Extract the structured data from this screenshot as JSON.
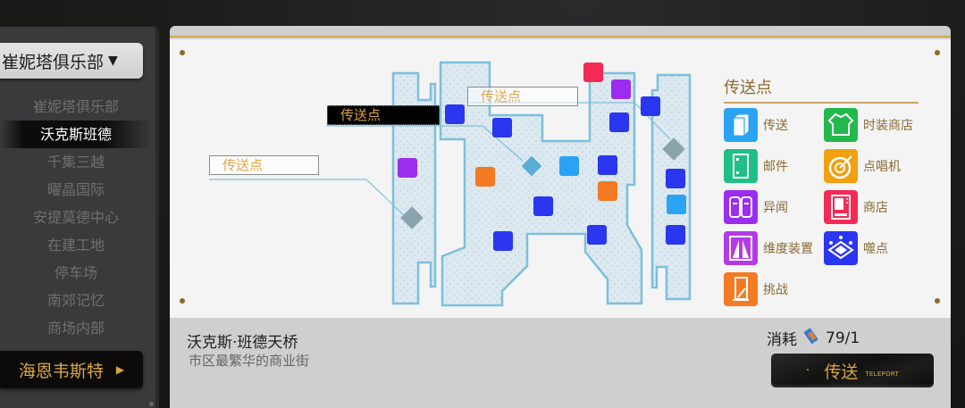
{
  "sidebar": {
    "region_select": {
      "label": "崔妮塔俱乐部",
      "caret": "▼"
    },
    "areas": [
      {
        "label": "崔妮塔俱乐部",
        "active": false
      },
      {
        "label": "沃克斯班德",
        "active": true
      },
      {
        "label": "千集三越",
        "active": false
      },
      {
        "label": "曜晶国际",
        "active": false
      },
      {
        "label": "安提莫德中心",
        "active": false
      },
      {
        "label": "在建工地",
        "active": false
      },
      {
        "label": "停车场",
        "active": false
      },
      {
        "label": "南郊记忆",
        "active": false
      },
      {
        "label": "商场内部",
        "active": false
      }
    ],
    "next_region": {
      "label": "海恩韦斯特",
      "arrow": "▶"
    }
  },
  "map": {
    "callouts": [
      {
        "label": "传送点",
        "style": "outline"
      },
      {
        "label": "传送点",
        "style": "dark"
      },
      {
        "label": "传送点",
        "style": "outline"
      }
    ]
  },
  "legend": {
    "title": "传送点",
    "items": [
      {
        "label": "传送",
        "icon": "teleport-icon",
        "color": "#2aa3f4"
      },
      {
        "label": "时装商店",
        "icon": "fashion-shop-icon",
        "color": "#22b84c"
      },
      {
        "label": "邮件",
        "icon": "mail-icon",
        "color": "#1fbf86"
      },
      {
        "label": "点唱机",
        "icon": "jukebox-icon",
        "color": "#f0a010"
      },
      {
        "label": "异闻",
        "icon": "anomaly-book-icon",
        "color": "#9b2cf0"
      },
      {
        "label": "商店",
        "icon": "shop-icon",
        "color": "#f42a55"
      },
      {
        "label": "维度装置",
        "icon": "dimension-device-icon",
        "color": "#b43ae8"
      },
      {
        "label": "噬点",
        "icon": "erosion-point-icon",
        "color": "#2a36f0"
      },
      {
        "label": "挑战",
        "icon": "challenge-icon",
        "color": "#f47a24"
      }
    ]
  },
  "info": {
    "location_name": "沃克斯·班德天桥",
    "location_desc": "市区最繁华的商业街",
    "cost_label": "消耗",
    "cost_value": "79/1",
    "teleport_button": {
      "dot": "·",
      "label": "传送",
      "sub": "TELEPORT"
    }
  },
  "colors": {
    "accent_gold": "#d9a545",
    "map_walk": "#dce9f0",
    "map_border": "#7cc0dc"
  }
}
